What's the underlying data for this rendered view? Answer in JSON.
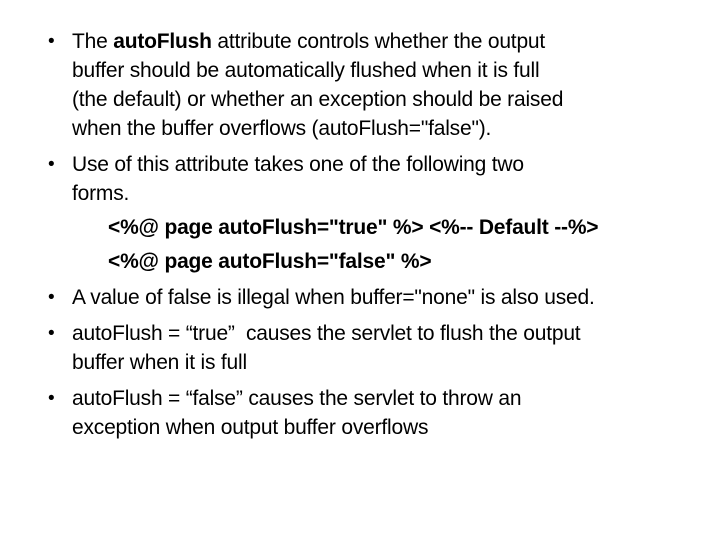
{
  "bullet_char": "•",
  "colors": {
    "background": "#ffffff",
    "text": "#000000"
  },
  "bullets": {
    "b1": {
      "l1_pre": "The ",
      "l1_bold": "autoFlush",
      "l1_post": " attribute controls whether the output",
      "l2": "buffer should be automatically flushed when it is full",
      "l3": "(the default) or whether an exception should be raised",
      "l4": "when the buffer overflows (autoFlush=\"false\")."
    },
    "b2": {
      "l1": "Use of this attribute takes one of the following two",
      "l2": "forms.",
      "code1": "<%@ page autoFlush=\"true\" %> <%-- Default --%>",
      "code2": "<%@ page autoFlush=\"false\" %>"
    },
    "b3": {
      "l1": "A value of false is illegal when buffer=\"none\" is also used."
    },
    "b4": {
      "l1": "autoFlush = “true”  causes the servlet to flush the output",
      "l2": "buffer when it is full"
    },
    "b5": {
      "l1": "autoFlush = “false” causes the servlet to throw an",
      "l2": "exception when output buffer overflows"
    }
  }
}
